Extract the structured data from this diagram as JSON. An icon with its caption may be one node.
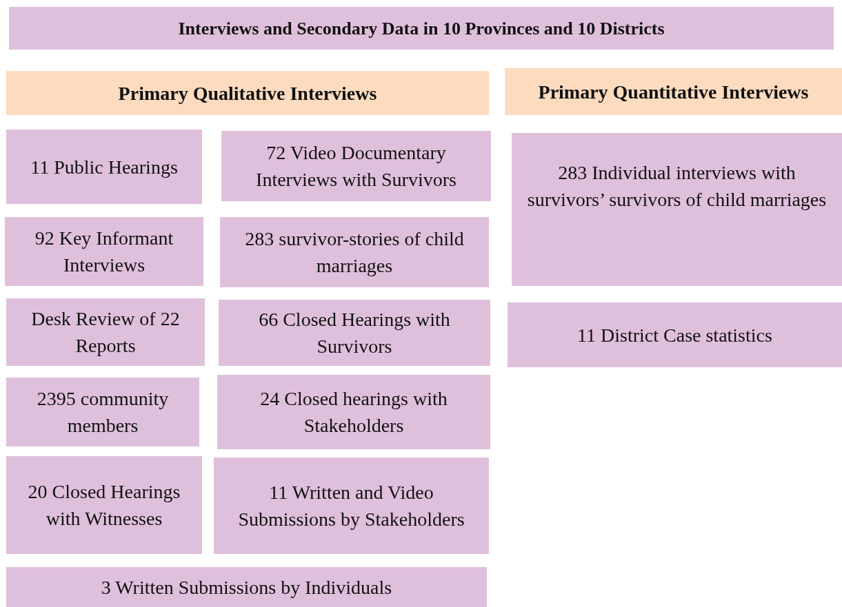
{
  "diagram": {
    "nodes": [
      {
        "text": [
          "Interviews and Secondary Data in 10 Provinces and 10 Districts"
        ]
      },
      {
        "text": [
          "Primary Qualitative Interviews"
        ]
      },
      {
        "text": [
          "11 Public Hearings"
        ]
      },
      {
        "text": [
          "72 Video Documentary Interviews with Survivors"
        ]
      },
      {
        "text": [
          "92 Key Informant Interviews"
        ]
      },
      {
        "text": [
          "283 survivor-stories of child marriages"
        ]
      },
      {
        "text": [
          "Desk Review of 22 Reports"
        ]
      },
      {
        "text": [
          "66 Closed Hearings with Survivors"
        ]
      },
      {
        "text": [
          "2395 community members"
        ]
      },
      {
        "text": [
          "24 Closed hearings with Stakeholders"
        ]
      },
      {
        "text": [
          "20 Closed Hearings with Witnesses"
        ]
      },
      {
        "text": [
          "11 Written and Video Submissions by Stakeholders"
        ]
      },
      {
        "text": [
          "3 Written Submissions by Individuals"
        ]
      },
      {
        "text": [
          "Primary Quantitative Interviews"
        ]
      },
      {
        "text": [
          "283 Individual interviews with survivors’ survivors of child marriages"
        ]
      },
      {
        "text": [
          "11 District Case statistics"
        ]
      }
    ]
  }
}
